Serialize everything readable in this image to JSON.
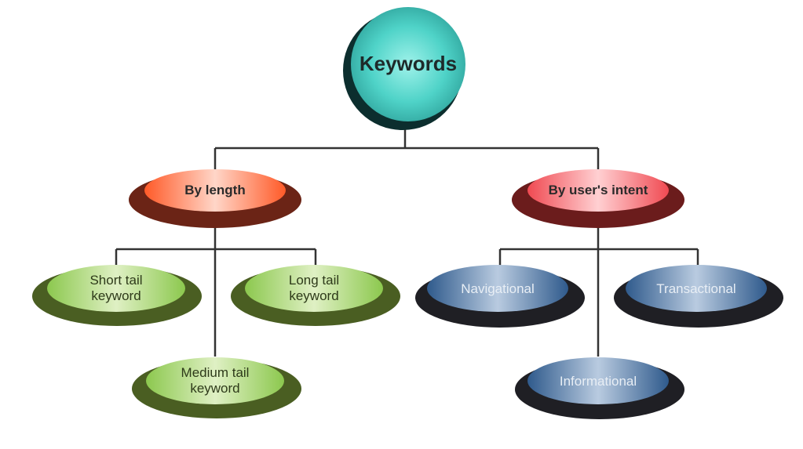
{
  "diagram": {
    "root": {
      "label": "Keywords"
    },
    "categories": [
      {
        "label": "By length",
        "leaves": [
          "Short tail\nkeyword",
          "Long tail\nkeyword",
          "Medium tail\nkeyword"
        ]
      },
      {
        "label": "By user's intent",
        "leaves": [
          "Navigational",
          "Transactional",
          "Informational"
        ]
      }
    ]
  },
  "colors": {
    "root_fill": "#4fd3c8",
    "root_shadow": "#0c2e2e",
    "length_fill": "#ff6a3d",
    "length_shadow": "#6b2416",
    "intent_fill": "#f0565d",
    "intent_shadow": "#6b1c1c",
    "green_fill": "#a6d66a",
    "green_shadow": "#4a5e22",
    "blue_fill": "#3f6b9e",
    "blue_shadow": "#1f1f24",
    "connector": "#333333"
  }
}
